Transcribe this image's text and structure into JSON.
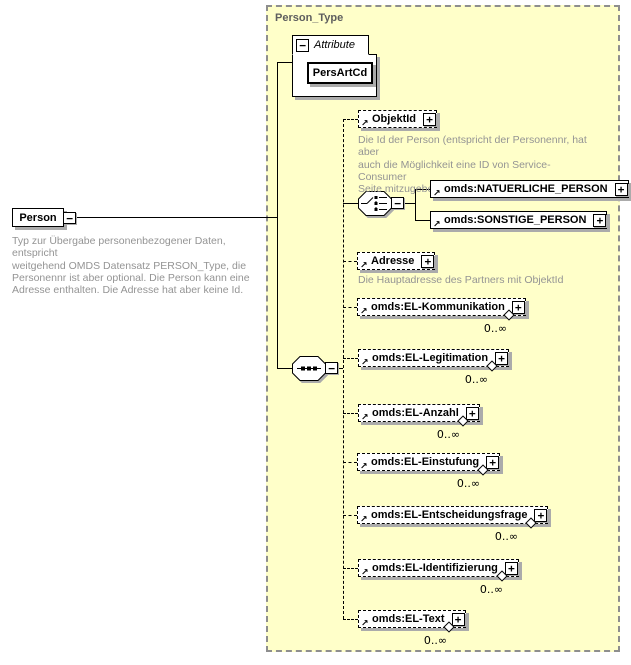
{
  "colors": {
    "container_bg": "#FFFFC9",
    "container_border": "#8E8E8E",
    "container_label_text": "#5E5E5E",
    "box_border": "#000000",
    "box_bg": "#FFFFFF",
    "shadow": "#ABABAB",
    "description_text": "#949494",
    "line": "#000000"
  },
  "icons": {
    "plus": "+",
    "minus": "−",
    "reference_arrow": "↗"
  },
  "container": {
    "label": "Person_Type"
  },
  "root": {
    "name": "Person",
    "description": "Typ zur Übergabe personenbezogener Daten, entspricht\nweitgehend OMDS Datensatz PERSON_Type, die\nPersonennr ist aber optional. Die Person kann eine\nAdresse enthalten. Die Adresse hat aber keine Id."
  },
  "attribute_section": {
    "label": "Attribute",
    "attribute": {
      "name": "PersArtCd"
    }
  },
  "elements": {
    "objektid": {
      "name": "ObjektId",
      "description": "Die Id der Person (entspricht der Personennr, hat aber\nauch die Möglichkeit eine ID von Service-Consumer\nSeite mitzugeben)"
    },
    "natuerliche_person": {
      "name": "omds:NATUERLICHE_PERSON"
    },
    "sonstige_person": {
      "name": "omds:SONSTIGE_PERSON"
    },
    "adresse": {
      "name": "Adresse",
      "description": "Die Hauptadresse des Partners mit ObjektId"
    },
    "el_kommunikation": {
      "name": "omds:EL-Kommunikation",
      "occurs": "0..∞"
    },
    "el_legitimation": {
      "name": "omds:EL-Legitimation",
      "occurs": "0..∞"
    },
    "el_anzahl": {
      "name": "omds:EL-Anzahl",
      "occurs": "0..∞"
    },
    "el_einstufung": {
      "name": "omds:EL-Einstufung",
      "occurs": "0..∞"
    },
    "el_entscheidungsfrage": {
      "name": "omds:EL-Entscheidungsfrage",
      "occurs": "0..∞"
    },
    "el_identifizierung": {
      "name": "omds:EL-Identifizierung",
      "occurs": "0..∞"
    },
    "el_text": {
      "name": "omds:EL-Text",
      "occurs": "0..∞"
    }
  }
}
